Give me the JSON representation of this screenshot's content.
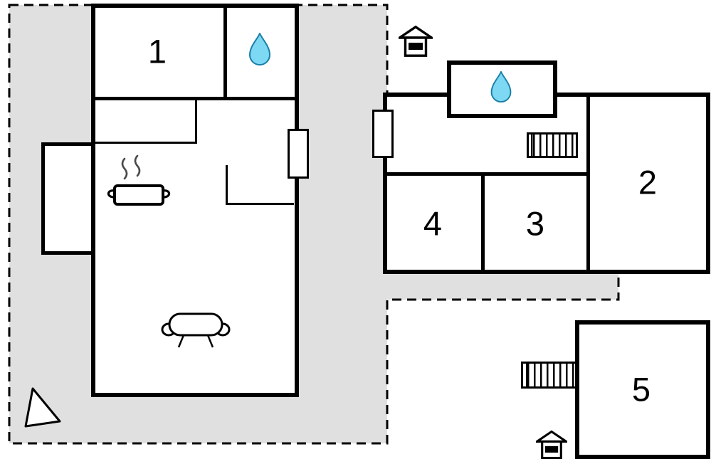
{
  "plan": {
    "type": "vacation-home-floor-plan",
    "rooms": [
      {
        "name": "room-1",
        "label": "1"
      },
      {
        "name": "room-2",
        "label": "2"
      },
      {
        "name": "room-3",
        "label": "3"
      },
      {
        "name": "room-4",
        "label": "4"
      },
      {
        "name": "room-5",
        "label": "5"
      }
    ],
    "icons": [
      {
        "name": "water-drop-icon",
        "meaning": "bathroom / water",
        "count": 2
      },
      {
        "name": "stove-icon",
        "meaning": "kitchen",
        "count": 1
      },
      {
        "name": "sofa-icon",
        "meaning": "living room",
        "count": 1
      },
      {
        "name": "stairs-icon",
        "meaning": "outdoor steps",
        "count": 2
      },
      {
        "name": "house-entrance-icon",
        "meaning": "entrance",
        "count": 2
      },
      {
        "name": "north-arrow-icon",
        "meaning": "orientation arrow",
        "count": 1
      },
      {
        "name": "door-opening",
        "meaning": "door on wall",
        "count": 1
      },
      {
        "name": "window-opening",
        "meaning": "window on wall",
        "count": 1
      }
    ],
    "colors": {
      "terrace": "#e0e0e0",
      "wall": "#000000",
      "room_fill": "#ffffff",
      "water_drop": "#7dd8f3",
      "water_drop_edge": "#1a7fa6"
    }
  }
}
